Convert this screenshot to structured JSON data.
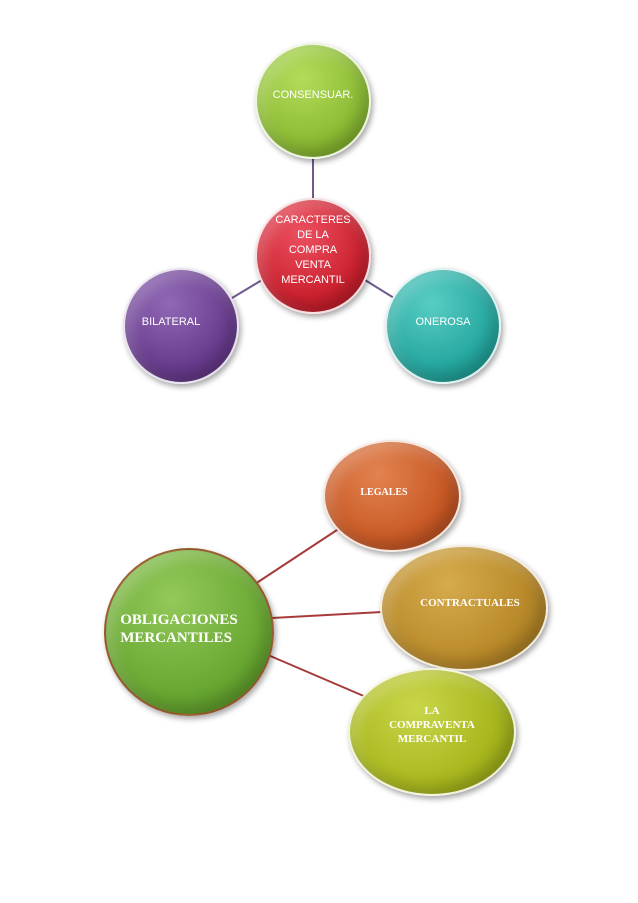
{
  "diagram1": {
    "center": {
      "label": "CARACTERES\nDE LA\nCOMPRA\nVENTA\nMERCANTIL",
      "color": "#cc2230"
    },
    "top": {
      "label": "CONSENSUAR.",
      "color": "#8cbc35"
    },
    "right": {
      "label": "ONEROSA",
      "color": "#26a8a0"
    },
    "left": {
      "label": "BILATERAL",
      "color": "#6a3d8f"
    },
    "connector_color": "#6e5a8c"
  },
  "diagram2": {
    "center": {
      "label": "OBLIGACIONES\nMERCANTILES",
      "color": "#6aa833"
    },
    "node1": {
      "label": "LEGALES",
      "color": "#c95a26"
    },
    "node2": {
      "label": "CONTRACTUALES",
      "color": "#b98a2a"
    },
    "node3": {
      "label": "LA\nCOMPRAVENTA\nMERCANTIL",
      "color": "#a9b81e"
    },
    "connector_color": "#a83a3a"
  }
}
